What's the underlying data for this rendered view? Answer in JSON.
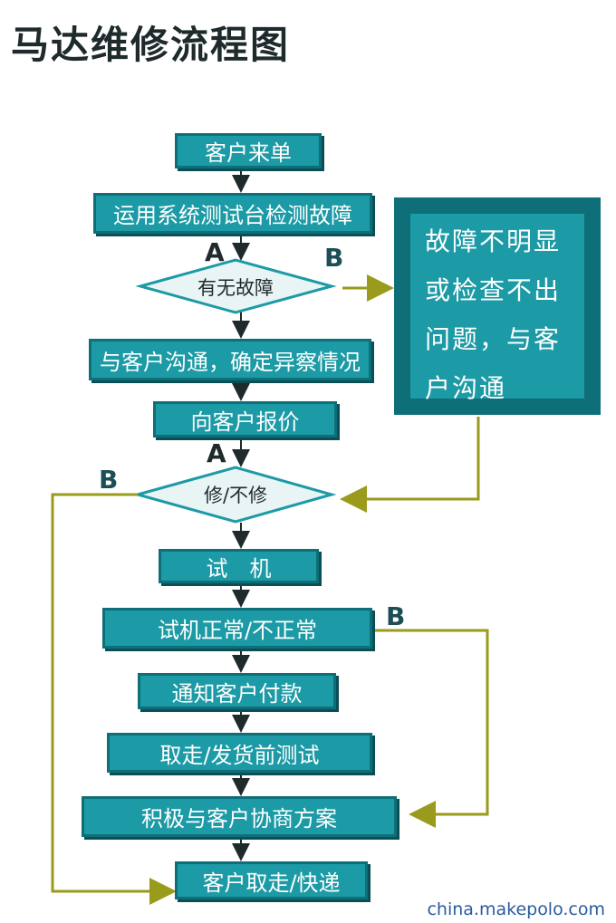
{
  "title": "马达维修流程图",
  "steps": {
    "s1": "客户来单",
    "s2": "运用系统测试台检测故障",
    "d1": "有无故障",
    "s3": "与客户沟通，确定异察情况",
    "s4": "向客户报价",
    "d2": "修/不修",
    "s5": "试　机",
    "s6": "试机正常/不正常",
    "s7": "通知客户付款",
    "s8": "取走/发货前测试",
    "s9": "积极与客户协商方案",
    "s10": "客户取走/快递"
  },
  "side_note": {
    "line1": "故障不明显",
    "line2": "或检查不出",
    "line3": "问题，与客",
    "line4": "户沟通"
  },
  "branch_labels": {
    "a1": "A",
    "b1": "B",
    "a2": "A",
    "b2": "B",
    "b3": "B"
  },
  "watermark": "china.makepolo.com",
  "colors": {
    "box_fill": "#1c9aa5",
    "box_border": "#0f6f78",
    "diamond_fill": "#e9f4f5",
    "connector_olive": "#9a9a1c",
    "arrow_dark": "#1f2a2c"
  }
}
